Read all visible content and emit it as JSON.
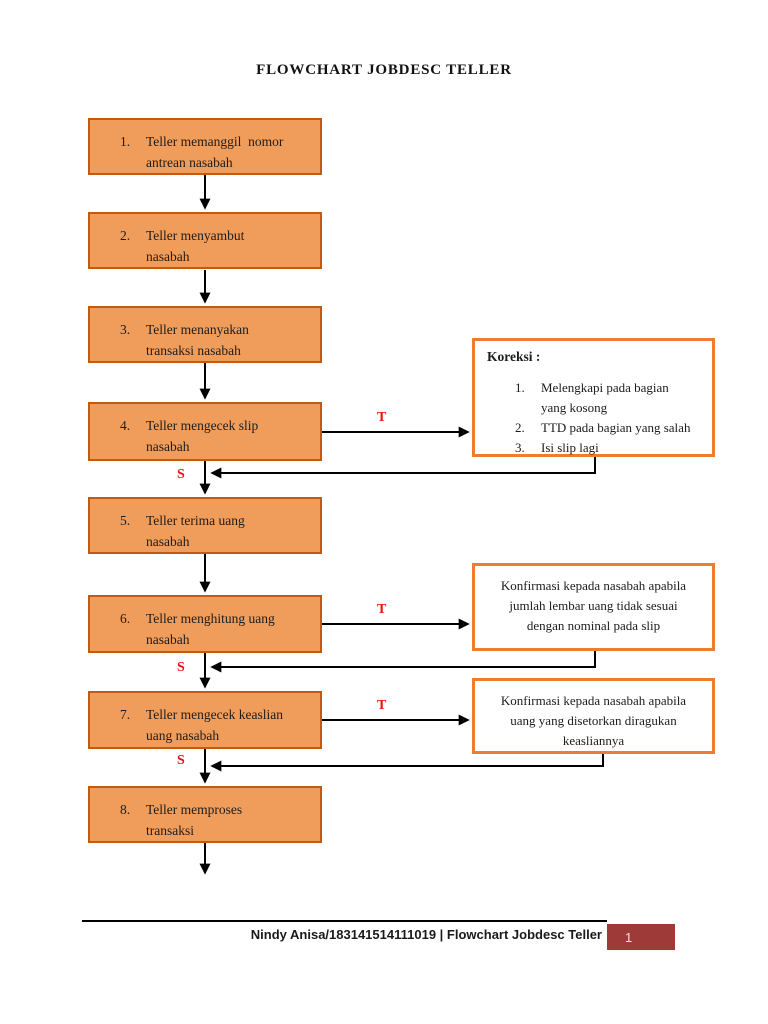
{
  "page": {
    "title": "FLOWCHART JOBDESC TELLER",
    "footer": {
      "text": "Nindy Anisa/183141514111019 | Flowchart Jobdesc Teller",
      "page_number": "1"
    }
  },
  "colors": {
    "flow_box_fill": "#F09D5B",
    "flow_box_border": "#C35A11",
    "side_box_border": "#ED7D31",
    "branch_label_red": "#EE1111",
    "footer_badge": "#9E3B38",
    "arrow": "#000000"
  },
  "flow": {
    "labels": {
      "t": "T",
      "s": "S"
    },
    "steps": [
      {
        "number": "1.",
        "label": "Teller memanggil  nomor\nantrean nasabah"
      },
      {
        "number": "2.",
        "label": "Teller menyambut\nnasabah"
      },
      {
        "number": "3.",
        "label": "Teller menanyakan\ntransaksi nasabah"
      },
      {
        "number": "4.",
        "label": "Teller mengecek slip\nnasabah"
      },
      {
        "number": "5.",
        "label": "Teller terima uang\nnasabah"
      },
      {
        "number": "6.",
        "label": "Teller menghitung uang\nnasabah"
      },
      {
        "number": "7.",
        "label": "Teller mengecek keaslian\nuang nasabah"
      },
      {
        "number": "8.",
        "label": "Teller memproses\ntransaksi"
      }
    ]
  },
  "side_boxes": {
    "koreksi": {
      "title": "Koreksi :",
      "items": [
        {
          "number": "1.",
          "text": "Melengkapi pada bagian\nyang kosong"
        },
        {
          "number": "2.",
          "text": "TTD pada bagian yang salah"
        },
        {
          "number": "3.",
          "text": "Isi slip lagi"
        }
      ]
    },
    "konfirmasi_jumlah": {
      "text": "Konfirmasi kepada nasabah apabila\njumlah lembar uang tidak sesuai\ndengan nominal pada slip"
    },
    "konfirmasi_keaslian": {
      "text": "Konfirmasi kepada nasabah apabila\nuang yang disetorkan diragukan\nkeasliannya"
    }
  }
}
